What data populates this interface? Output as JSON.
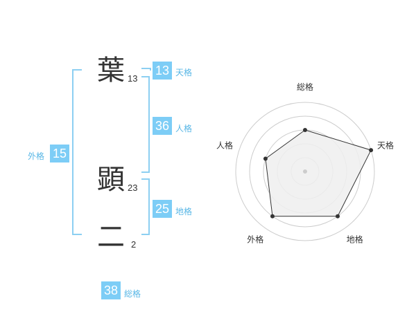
{
  "name": {
    "chars": [
      {
        "char": "葉",
        "strokes": "13"
      },
      {
        "char": "顕",
        "strokes": "23"
      },
      {
        "char": "二",
        "strokes": "2"
      }
    ]
  },
  "kakusu": {
    "tenkaku": {
      "value": "13",
      "label": "天格"
    },
    "jinkaku": {
      "value": "36",
      "label": "人格"
    },
    "chikaku": {
      "value": "25",
      "label": "地格"
    },
    "gaikaku": {
      "value": "15",
      "label": "外格"
    },
    "soukaku": {
      "value": "38",
      "label": "総格"
    }
  },
  "chart_data": {
    "type": "radar",
    "axes": [
      "総格",
      "天格",
      "地格",
      "外格",
      "人格"
    ],
    "series": [
      {
        "values": [
          3,
          5,
          4,
          4,
          3
        ]
      }
    ],
    "scale_max": 5,
    "colors": {
      "fill": "#eeeeee",
      "line": "#333333",
      "grid": "#cccccc"
    }
  }
}
